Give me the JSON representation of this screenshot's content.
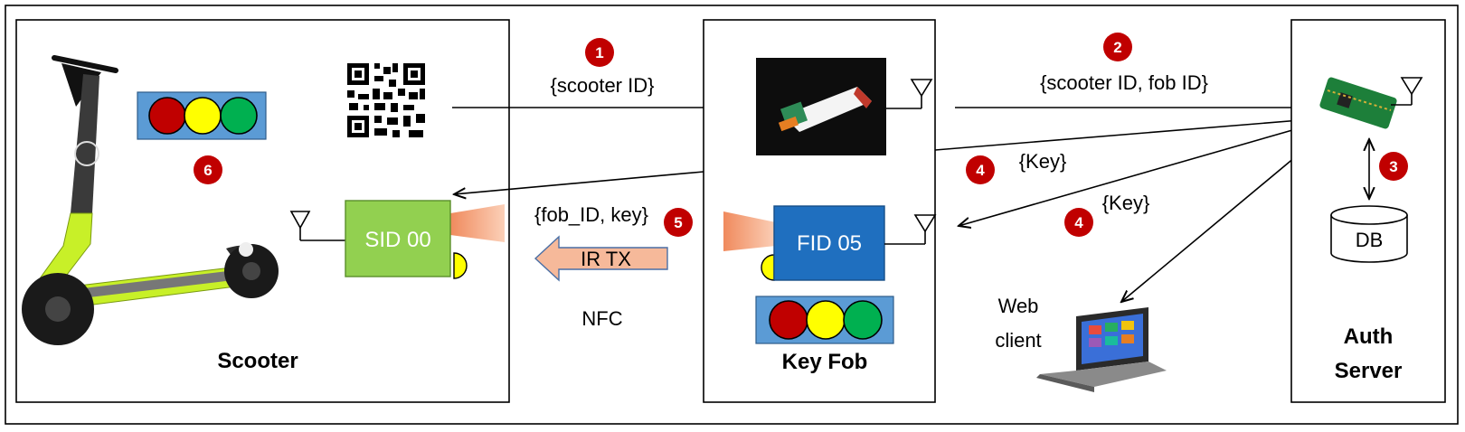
{
  "panels": {
    "scooter": "Scooter",
    "keyfob": "Key Fob",
    "server_line1": "Auth",
    "server_line2": "Server"
  },
  "devices": {
    "sid": "SID 00",
    "fid": "FID 05",
    "db": "DB",
    "web_line1": "Web",
    "web_line2": "client"
  },
  "messages": {
    "m1": "{scooter ID}",
    "m2": "{scooter ID, fob ID}",
    "m4a": "{Key}",
    "m4b": "{Key}",
    "m5": "{fob_ID, key}",
    "ir": "IR TX",
    "nfc": "NFC"
  },
  "steps": {
    "s1": "1",
    "s2": "2",
    "s3": "3",
    "s4a": "4",
    "s4b": "4",
    "s5": "5",
    "s6": "6"
  },
  "colors": {
    "badge": "#c00000",
    "sid_fill": "#92d050",
    "fid_fill": "#1f6fbf",
    "light_panel": "#5b9bd5",
    "red": "#c00000",
    "yellow": "#ffff00",
    "green": "#00b050",
    "ir_arrow": "#f4a582",
    "scooter_lime": "#c8f028"
  }
}
